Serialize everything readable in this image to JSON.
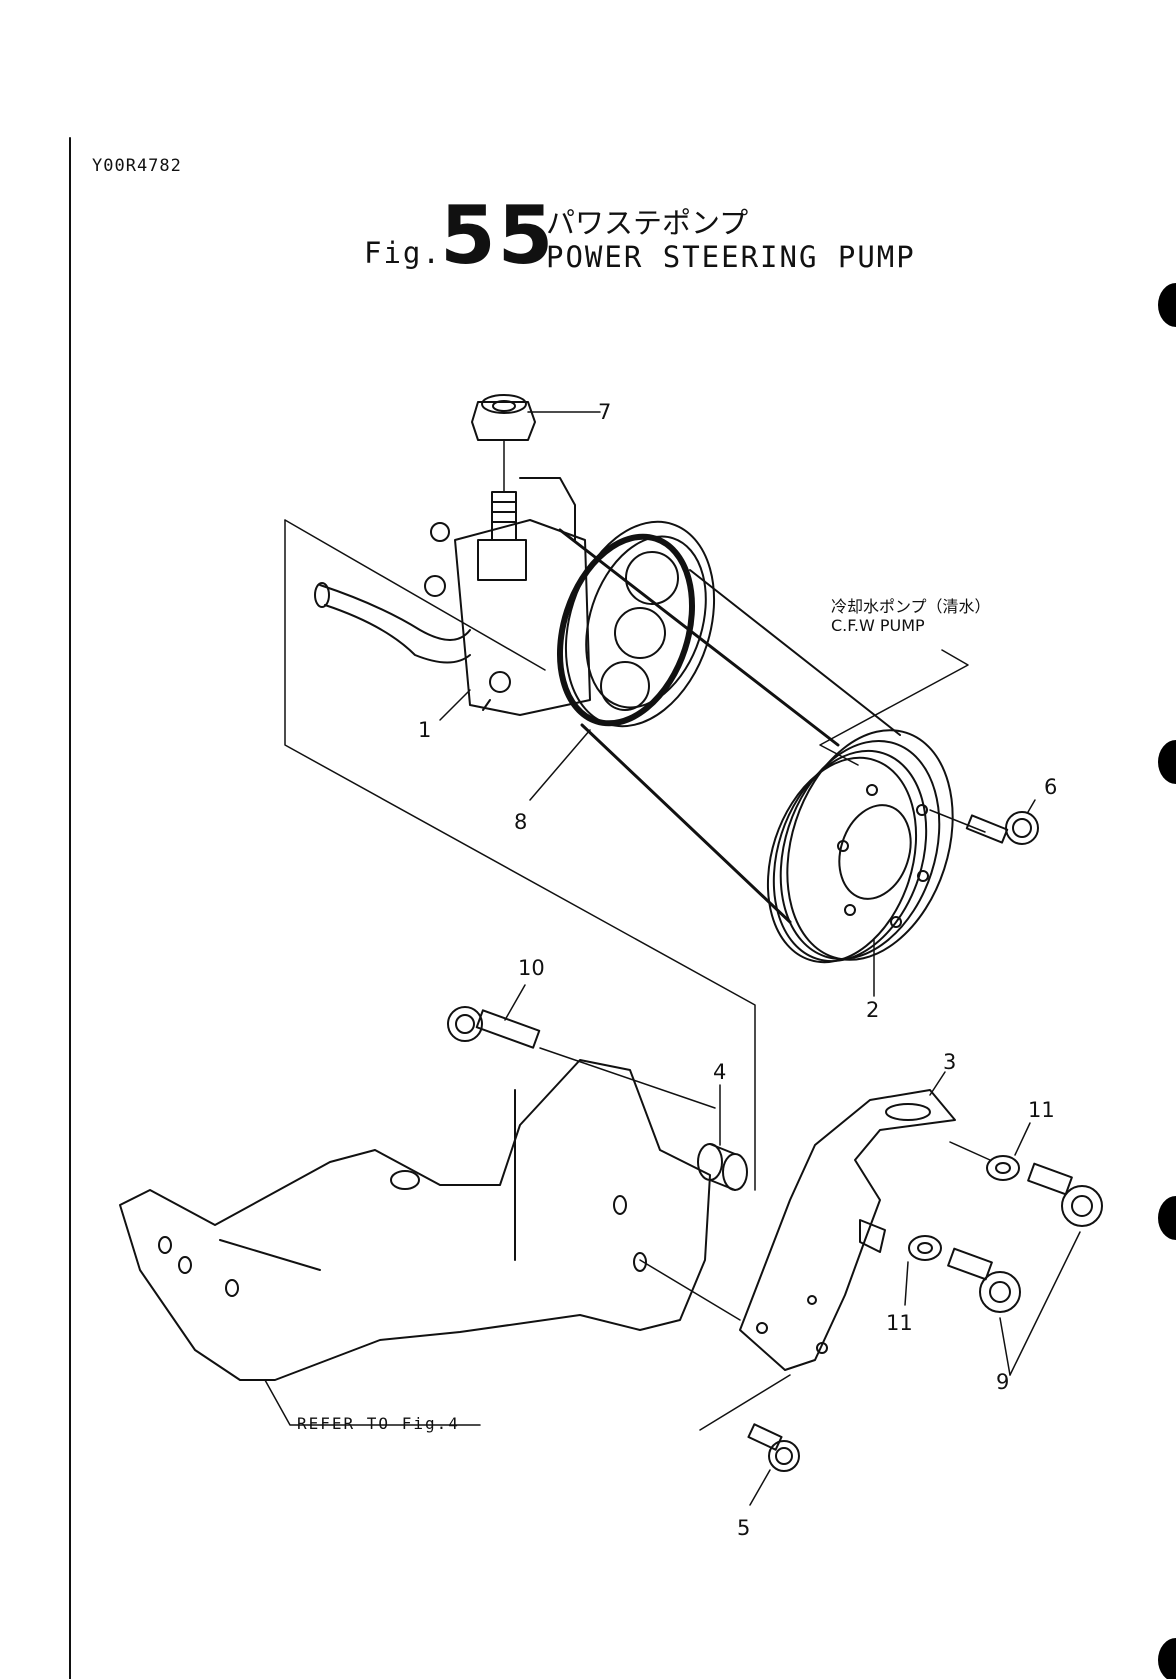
{
  "header": {
    "code": "Y00R4782",
    "fig_prefix": "Fig.",
    "fig_number": "55",
    "title_jp": "パワステポンプ",
    "title_en": "POWER STEERING PUMP"
  },
  "callouts": {
    "cfw_jp": "冷却水ポンプ（清水）",
    "cfw_en": "C.F.W PUMP",
    "refer": "REFER TO Fig.4"
  },
  "parts": [
    {
      "label": "1",
      "name": "pump"
    },
    {
      "label": "2",
      "name": "pulley"
    },
    {
      "label": "3",
      "name": "bracket-plate"
    },
    {
      "label": "4",
      "name": "collar"
    },
    {
      "label": "5",
      "name": "bolt"
    },
    {
      "label": "6",
      "name": "bolt"
    },
    {
      "label": "7",
      "name": "nut"
    },
    {
      "label": "8",
      "name": "v-belt"
    },
    {
      "label": "9",
      "name": "bolt"
    },
    {
      "label": "10",
      "name": "bolt"
    },
    {
      "label": "11",
      "name": "washer-upper"
    },
    {
      "label": "11",
      "name": "washer-lower"
    }
  ]
}
